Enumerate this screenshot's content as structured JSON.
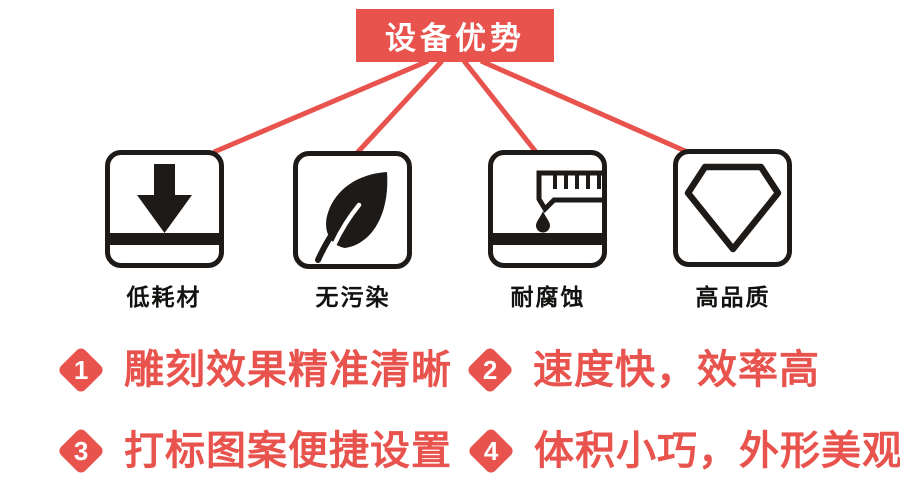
{
  "banner": {
    "title": "设备优势"
  },
  "colors": {
    "accent_red": "#E8534E",
    "icon_ink": "#1E1A18",
    "label_black": "#141210",
    "background": "#FFFFFF"
  },
  "advantages": [
    {
      "label": "低耗材",
      "icon": "down-arrow-consumable-icon"
    },
    {
      "label": "无污染",
      "icon": "leaf-icon"
    },
    {
      "label": "耐腐蚀",
      "icon": "burette-drop-icon"
    },
    {
      "label": "高品质",
      "icon": "diamond-gem-icon"
    }
  ],
  "features": [
    {
      "number": "1",
      "text": "雕刻效果精准清晰"
    },
    {
      "number": "2",
      "text": "速度快，效率高"
    },
    {
      "number": "3",
      "text": "打标图案便捷设置"
    },
    {
      "number": "4",
      "text": "体积小巧，外形美观"
    }
  ]
}
